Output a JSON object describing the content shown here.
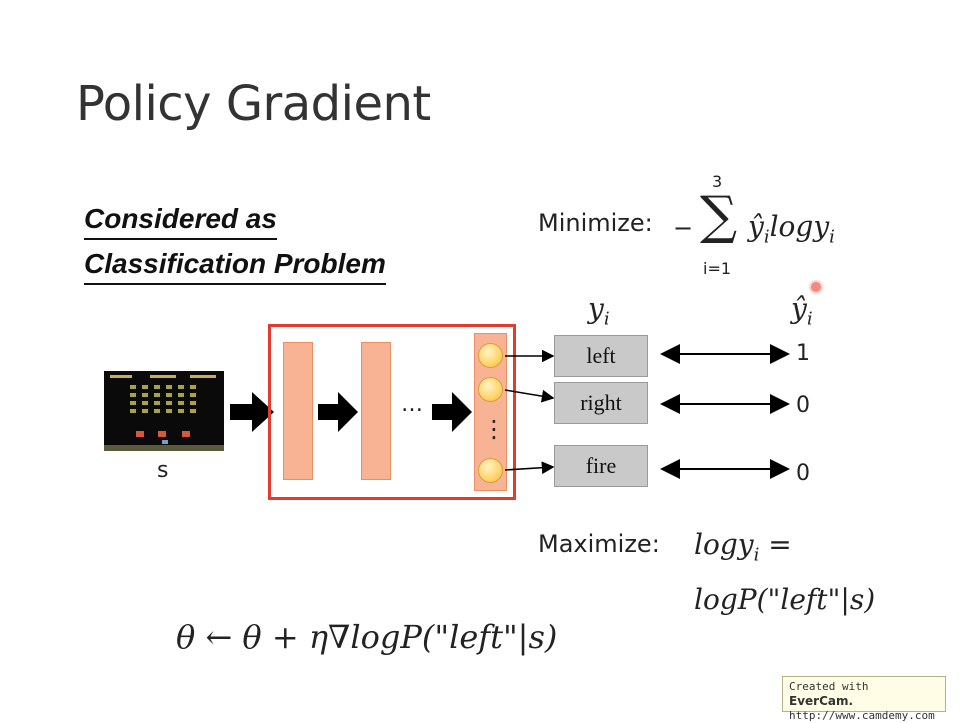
{
  "title": "Policy Gradient",
  "subheading": {
    "line1": "Considered as",
    "line2": "Classification Problem"
  },
  "minimize": {
    "label": "Minimize:",
    "sum_upper": "3",
    "sum_lower": "i=1",
    "term_yhat": "ŷ",
    "term_log": "log",
    "term_y": "y",
    "sub_i": "i"
  },
  "columns": {
    "y_header": "y",
    "yhat_header": "ŷ",
    "sub_i": "i"
  },
  "state_label": "s",
  "dots": "…",
  "vdots": "⋮",
  "actions": [
    {
      "label": "left",
      "target": "1"
    },
    {
      "label": "right",
      "target": "0"
    },
    {
      "label": "fire",
      "target": "0"
    }
  ],
  "maximize": {
    "label": "Maximize:",
    "line1": "logy",
    "sub_i": "i",
    "eq": "=",
    "line2": "logP(\"left\"|s)"
  },
  "update_rule": "θ ← θ + η∇logP(\"left\"|s)",
  "watermark": {
    "line1": "Created with",
    "brand": "EverCam.",
    "line2": "http://www.camdemy.com"
  },
  "colors": {
    "network_border": "#e03c2f",
    "layer_fill": "#f7b393",
    "neuron_fill": "#ffd77a",
    "action_box": "#c9c9c9",
    "cursor_dot": "#e8342a"
  },
  "icons": {
    "flow_arrow": "bold-right-arrow",
    "double_arrow": "left-right-arrow",
    "game_screen": "space-invaders-screen"
  }
}
